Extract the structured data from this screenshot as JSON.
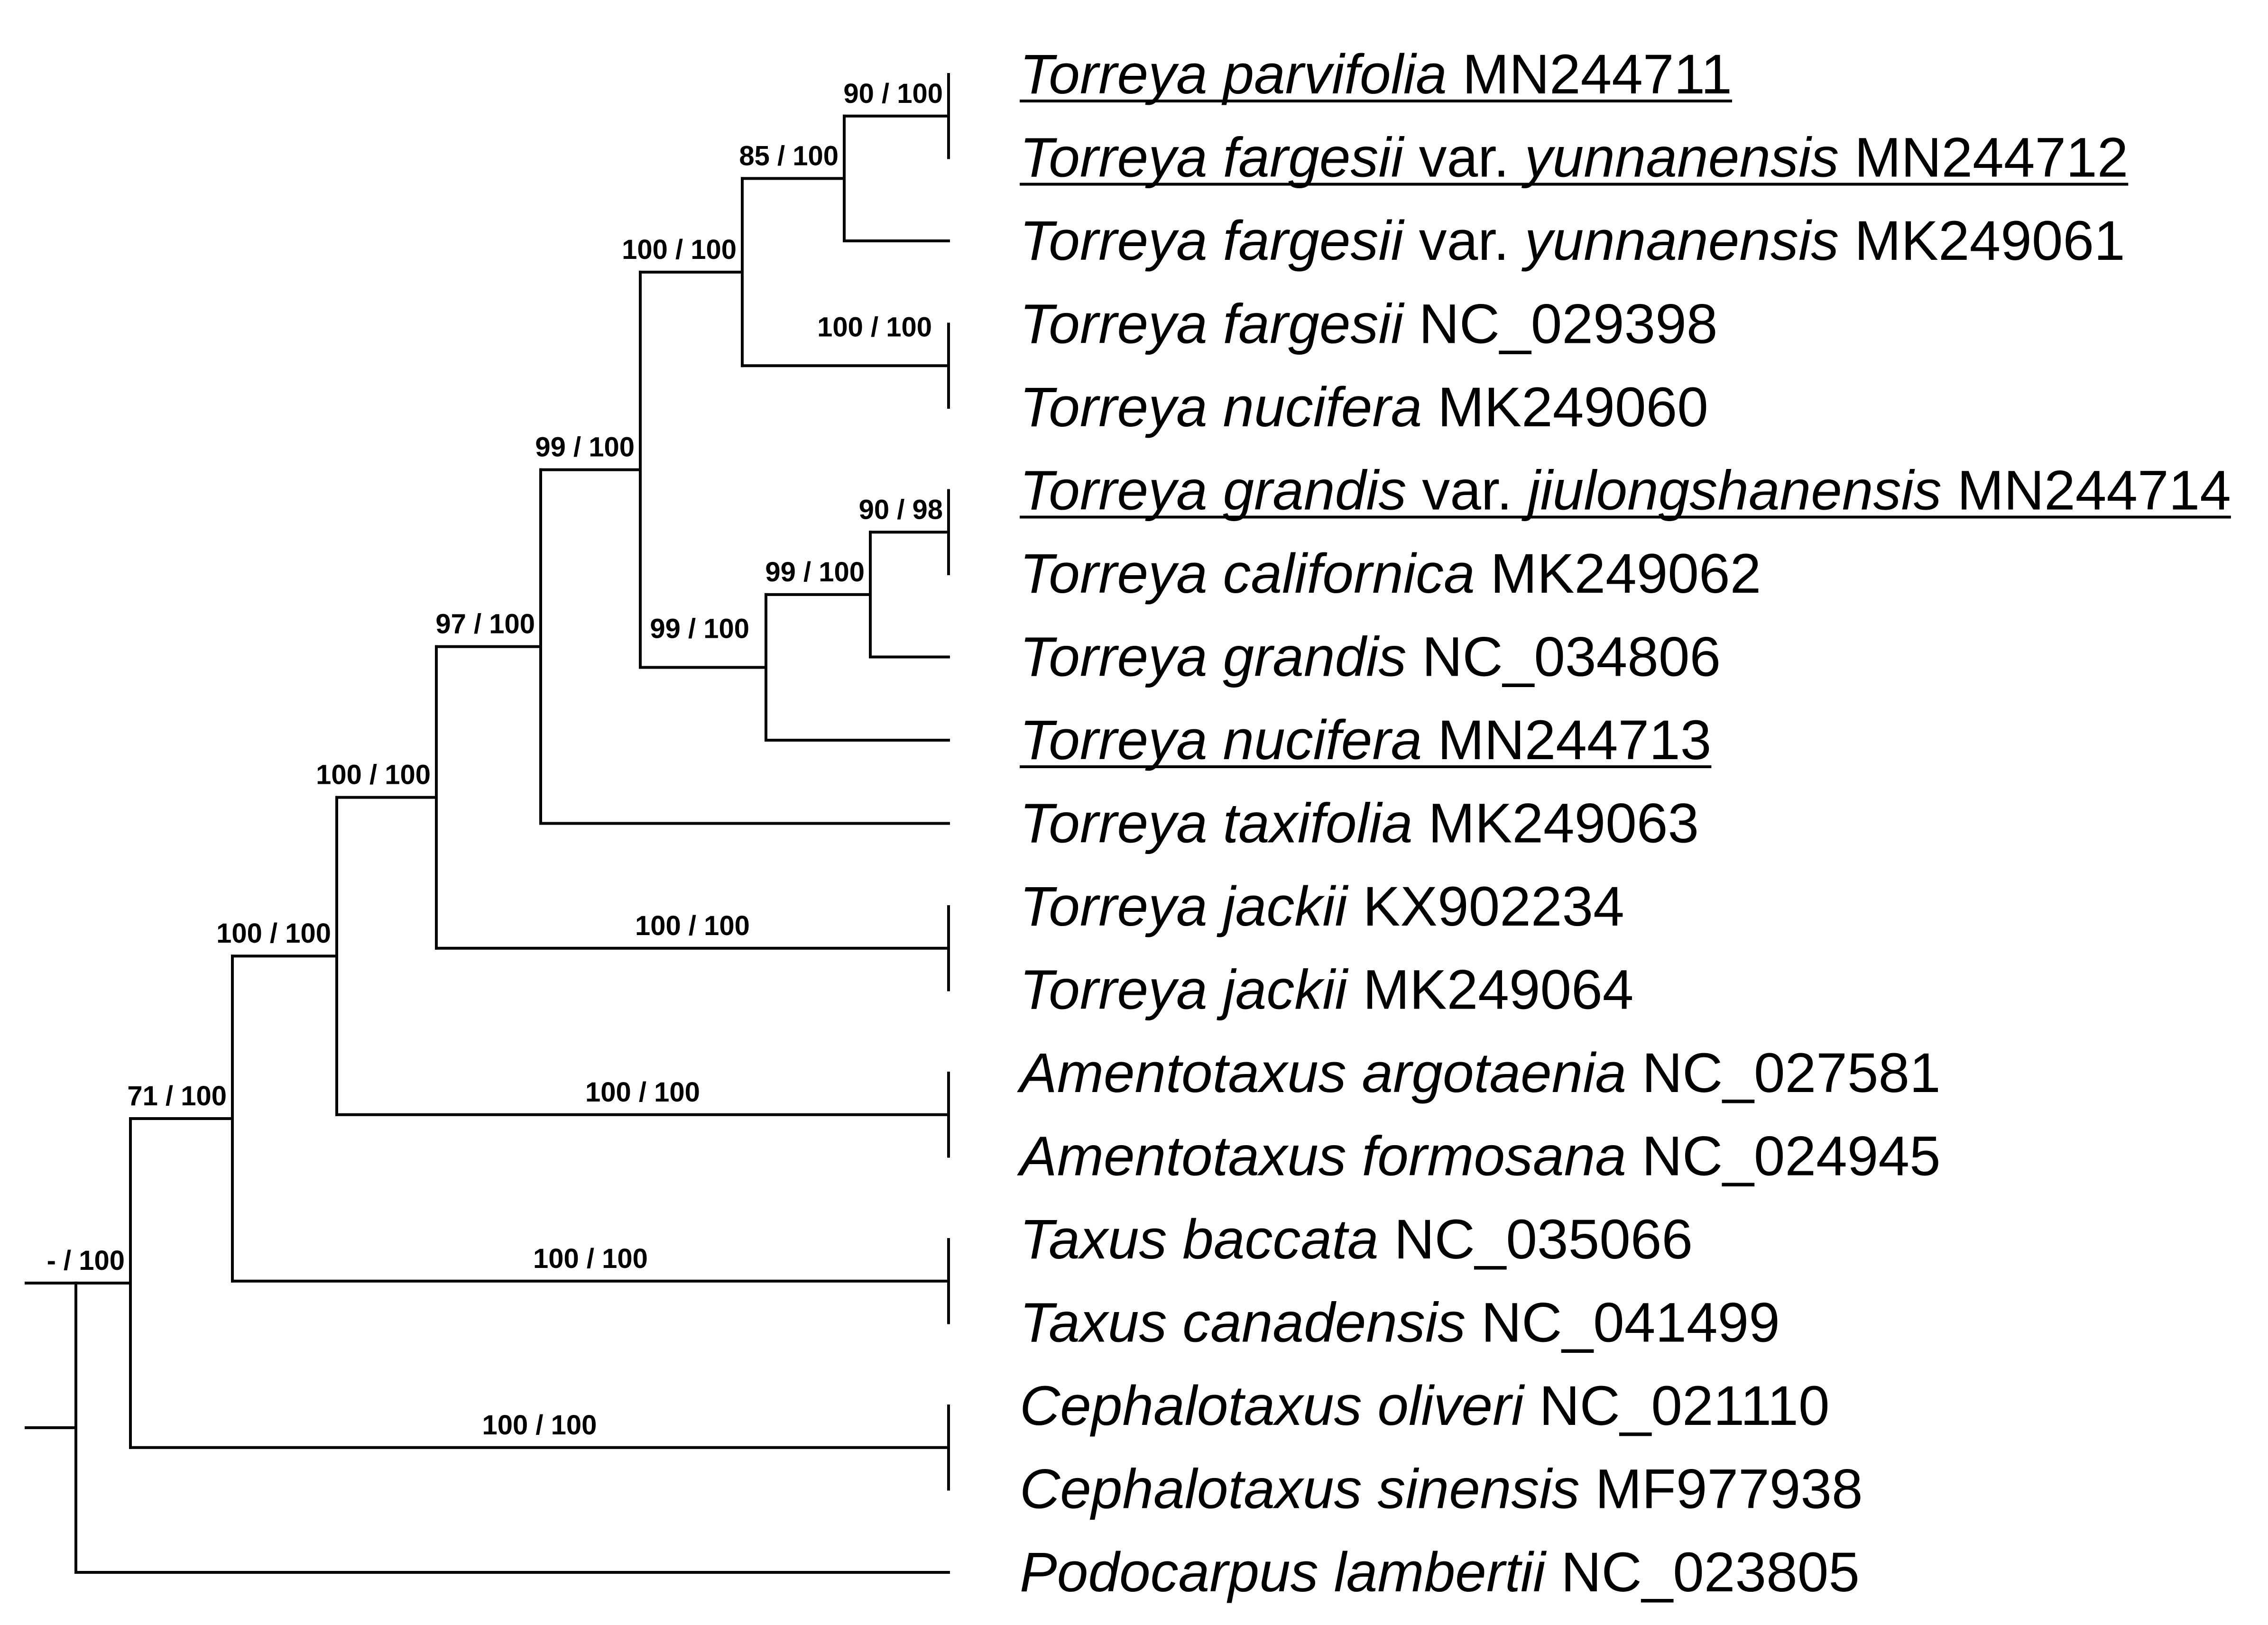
{
  "tree": {
    "taxa": [
      {
        "id": "t1",
        "name": "Torreya parvifolia",
        "accession": "MN244711",
        "underlined": true
      },
      {
        "id": "t2",
        "name": "Torreya fargesii",
        "variety_prefix": "var.",
        "variety": "yunnanensis",
        "accession": "MN244712",
        "underlined": true
      },
      {
        "id": "t3",
        "name": "Torreya fargesii",
        "variety_prefix": "var.",
        "variety": "yunnanensis",
        "accession": "MK249061",
        "underlined": false
      },
      {
        "id": "t4",
        "name": "Torreya fargesii",
        "accession": "NC_029398",
        "underlined": false
      },
      {
        "id": "t5",
        "name": "Torreya nucifera",
        "accession": "MK249060",
        "underlined": false
      },
      {
        "id": "t6",
        "name": "Torreya grandis",
        "variety_prefix": "var.",
        "variety": "jiulongshanensis",
        "accession": "MN244714",
        "underlined": true
      },
      {
        "id": "t7",
        "name": "Torreya californica",
        "accession": "MK249062",
        "underlined": false
      },
      {
        "id": "t8",
        "name": "Torreya grandis",
        "accession": "NC_034806",
        "underlined": false
      },
      {
        "id": "t9",
        "name": "Torreya nucifera",
        "accession": "MN244713",
        "underlined": true
      },
      {
        "id": "t10",
        "name": "Torreya taxifolia",
        "accession": "MK249063",
        "underlined": false
      },
      {
        "id": "t11",
        "name": "Torreya jackii",
        "accession": "KX902234",
        "underlined": false
      },
      {
        "id": "t12",
        "name": "Torreya jackii",
        "accession": "MK249064",
        "underlined": false
      },
      {
        "id": "t13",
        "name": "Amentotaxus argotaenia",
        "accession": "NC_027581",
        "underlined": false
      },
      {
        "id": "t14",
        "name": "Amentotaxus formosana",
        "accession": "NC_024945",
        "underlined": false
      },
      {
        "id": "t15",
        "name": "Taxus baccata",
        "accession": "NC_035066",
        "underlined": false
      },
      {
        "id": "t16",
        "name": "Taxus canadensis",
        "accession": "NC_041499",
        "underlined": false
      },
      {
        "id": "t17",
        "name": "Cephalotaxus oliveri",
        "accession": "NC_021110",
        "underlined": false
      },
      {
        "id": "t18",
        "name": "Cephalotaxus sinensis",
        "accession": "MF977938",
        "underlined": false
      },
      {
        "id": "t19",
        "name": "Podocarpus lambertii",
        "accession": "NC_023805",
        "underlined": false
      }
    ],
    "nodes": [
      {
        "id": "n_t1_t2",
        "support": "90 / 100",
        "children": [
          "t1",
          "t2"
        ]
      },
      {
        "id": "n_t1_t3",
        "support": "85 / 100",
        "children": [
          "n_t1_t2",
          "t3"
        ]
      },
      {
        "id": "n_t4_t5",
        "support": "100 / 100",
        "children": [
          "t4",
          "t5"
        ]
      },
      {
        "id": "n_t1_t5",
        "support": "100 / 100",
        "children": [
          "n_t1_t3",
          "n_t4_t5"
        ]
      },
      {
        "id": "n_t6_t7",
        "support": "90 / 98",
        "children": [
          "t6",
          "t7"
        ]
      },
      {
        "id": "n_t6_t8",
        "support": "99 / 100",
        "children": [
          "n_t6_t7",
          "t8"
        ]
      },
      {
        "id": "n_t6_t9",
        "support": "99 / 100",
        "children": [
          "n_t6_t8",
          "t9"
        ]
      },
      {
        "id": "n_t1_t9",
        "support": "99 / 100",
        "children": [
          "n_t1_t5",
          "n_t6_t9"
        ]
      },
      {
        "id": "n_t1_t10",
        "support": "97 / 100",
        "children": [
          "n_t1_t9",
          "t10"
        ]
      },
      {
        "id": "n_t11_t12",
        "support": "",
        "children": [
          "t11",
          "t12"
        ]
      },
      {
        "id": "n_t1_t12",
        "support": "100 / 100",
        "children": [
          "n_t1_t10",
          "n_t11_t12"
        ]
      },
      {
        "id": "n_t13_t14",
        "support": "",
        "children": [
          "t13",
          "t14"
        ]
      },
      {
        "id": "n_t1_t14",
        "support": "100 / 100",
        "children": [
          "n_t1_t12",
          "n_t13_t14"
        ]
      },
      {
        "id": "n_t15_t16",
        "support": "",
        "children": [
          "t15",
          "t16"
        ]
      },
      {
        "id": "n_t1_t16",
        "support": "71 / 100",
        "children": [
          "n_t1_t14",
          "n_t15_t16"
        ]
      },
      {
        "id": "n_t17_t18",
        "support": "",
        "children": [
          "t17",
          "t18"
        ]
      },
      {
        "id": "n_t1_t18",
        "support": "- / 100",
        "children": [
          "n_t1_t16",
          "n_t17_t18"
        ]
      },
      {
        "id": "root",
        "support": "",
        "children": [
          "n_t1_t18",
          "t19"
        ]
      }
    ],
    "branch_labels": [
      {
        "id": "bl_jackii",
        "node": "n_t11_t12",
        "text": "100 / 100"
      },
      {
        "id": "bl_amentotaxus",
        "node": "n_t13_t14",
        "text": "100 / 100"
      },
      {
        "id": "bl_taxus",
        "node": "n_t15_t16",
        "text": "100 / 100"
      },
      {
        "id": "bl_cephalotaxus",
        "node": "n_t17_t18",
        "text": "100 / 100"
      }
    ]
  }
}
